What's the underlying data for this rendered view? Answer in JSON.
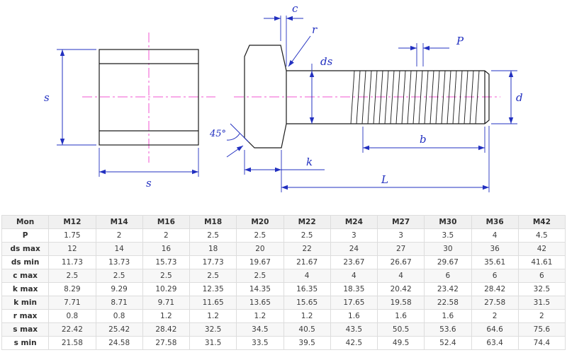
{
  "drawing": {
    "labels": {
      "s_left": "s",
      "s_bottom": "s",
      "c": "c",
      "r": "r",
      "ds": "ds",
      "p": "P",
      "d": "d",
      "b": "b",
      "k": "k",
      "L": "L",
      "angle": "45°"
    },
    "colors": {
      "line": "#1a1a1a",
      "dimension": "#2230c0",
      "centerline": "#f055d0"
    }
  },
  "table": {
    "rows": [
      [
        "Mon",
        "M12",
        "M14",
        "M16",
        "M18",
        "M20",
        "M22",
        "M24",
        "M27",
        "M30",
        "M36",
        "M42"
      ],
      [
        "P",
        "1.75",
        "2",
        "2",
        "2.5",
        "2.5",
        "2.5",
        "3",
        "3",
        "3.5",
        "4",
        "4.5"
      ],
      [
        "ds max",
        "12",
        "14",
        "16",
        "18",
        "20",
        "22",
        "24",
        "27",
        "30",
        "36",
        "42"
      ],
      [
        "ds min",
        "11.73",
        "13.73",
        "15.73",
        "17.73",
        "19.67",
        "21.67",
        "23.67",
        "26.67",
        "29.67",
        "35.61",
        "41.61"
      ],
      [
        "c max",
        "2.5",
        "2.5",
        "2.5",
        "2.5",
        "2.5",
        "4",
        "4",
        "4",
        "6",
        "6",
        "6"
      ],
      [
        "k max",
        "8.29",
        "9.29",
        "10.29",
        "12.35",
        "14.35",
        "16.35",
        "18.35",
        "20.42",
        "23.42",
        "28.42",
        "32.5"
      ],
      [
        "k min",
        "7.71",
        "8.71",
        "9.71",
        "11.65",
        "13.65",
        "15.65",
        "17.65",
        "19.58",
        "22.58",
        "27.58",
        "31.5"
      ],
      [
        "r max",
        "0.8",
        "0.8",
        "1.2",
        "1.2",
        "1.2",
        "1.2",
        "1.6",
        "1.6",
        "1.6",
        "2",
        "2"
      ],
      [
        "s max",
        "22.42",
        "25.42",
        "28.42",
        "32.5",
        "34.5",
        "40.5",
        "43.5",
        "50.5",
        "53.6",
        "64.6",
        "75.6"
      ],
      [
        "s min",
        "21.58",
        "24.58",
        "27.58",
        "31.5",
        "33.5",
        "39.5",
        "42.5",
        "49.5",
        "52.4",
        "63.4",
        "74.4"
      ]
    ]
  }
}
